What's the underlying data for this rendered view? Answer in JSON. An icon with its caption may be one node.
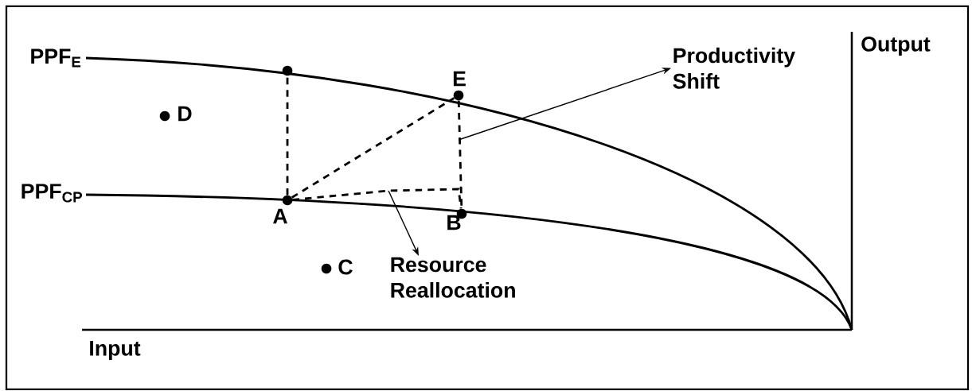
{
  "diagram": {
    "nodes": [
      {
        "text": [],
        "shape": "circle",
        "beside": [
          "E"
        ]
      },
      {
        "text": [],
        "shape": "circle"
      },
      {
        "text": [],
        "shape": "circle",
        "beside": [
          "A"
        ]
      },
      {
        "text": [],
        "shape": "circle",
        "beside": [
          "B"
        ]
      },
      {
        "text": [
          "Productivity Shift"
        ]
      },
      {
        "text": [
          "Resource Reallocation"
        ]
      },
      {
        "text": [],
        "shape": "circle",
        "beside": [
          "D"
        ]
      },
      {
        "text": [],
        "shape": "circle",
        "beside": [
          "C"
        ]
      }
    ],
    "edges": [
      {
        "from": 2,
        "to": 1,
        "arrow": "none",
        "style": "dashed"
      },
      {
        "from": 2,
        "to": 0,
        "arrow": "none",
        "style": "dashed"
      },
      {
        "from": 0,
        "to": 3,
        "arrow": "none",
        "style": "dashed"
      },
      {
        "from": 2,
        "to": 3,
        "arrow": "none",
        "style": "dashed"
      },
      {
        "from": null,
        "to": 4,
        "arrow": "to"
      },
      {
        "from": null,
        "to": 5,
        "arrow": "to"
      }
    ],
    "labels": [
      "PPF$_{E}$",
      "PPF$_{CP}$",
      "Output",
      "Input"
    ]
  }
}
